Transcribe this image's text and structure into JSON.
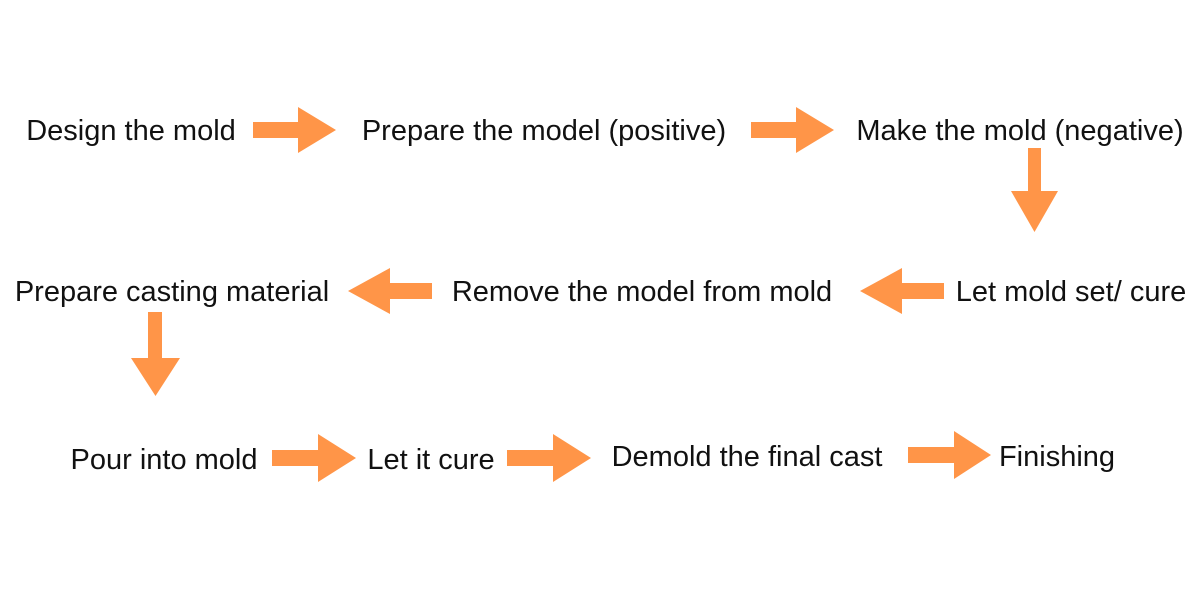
{
  "colors": {
    "arrow": "#FF9548",
    "text": "#111111",
    "background": "#FFFFFF"
  },
  "diagram": {
    "steps": [
      "Design the mold",
      "Prepare the model (positive)",
      "Make the mold (negative)",
      "Let mold set/ cure",
      "Remove the model from mold",
      "Prepare casting material",
      "Pour into mold",
      "Let it cure",
      "Demold the final cast",
      "Finishing"
    ],
    "arrow_count": 9
  }
}
